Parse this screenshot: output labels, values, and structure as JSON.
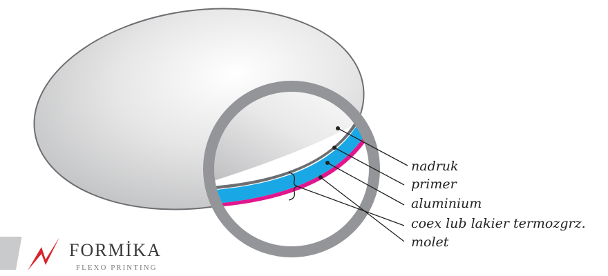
{
  "labels": [
    {
      "text": "nadruk"
    },
    {
      "text": "primer"
    },
    {
      "text": "aluminium"
    },
    {
      "text": "coex lub lakier termozgrz."
    },
    {
      "text": "molet"
    }
  ],
  "logo": {
    "name": "FORMİKA",
    "tagline": "FLEXO PRINTING"
  },
  "colors": {
    "aluminium_layer": "#1aa7e6",
    "coex_layer": "#e2168c",
    "ring": "#939598",
    "logo_red": "#d8232a"
  }
}
